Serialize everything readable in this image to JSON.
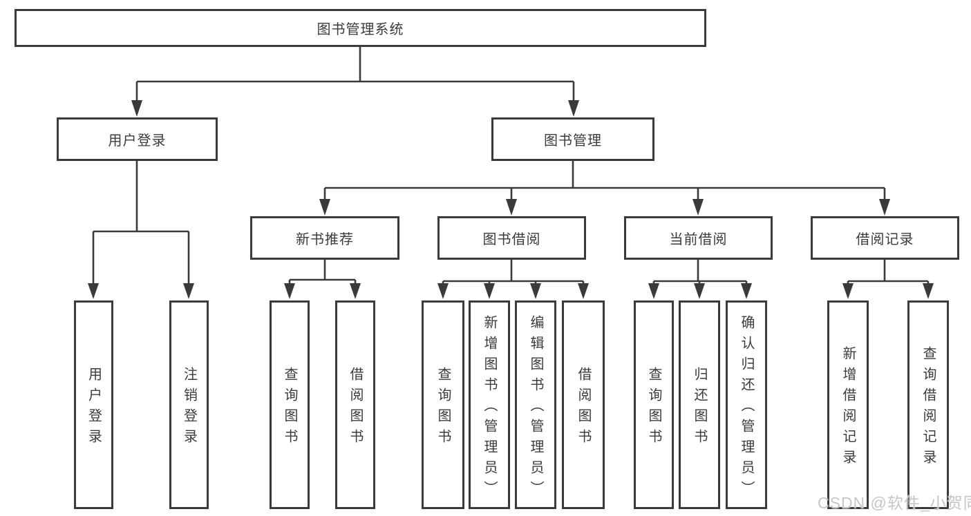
{
  "diagram": {
    "title": "图书管理系统",
    "branches": [
      {
        "label": "用户登录",
        "leaves": [
          "用户登录",
          "注销登录"
        ]
      },
      {
        "label": "图书管理",
        "sections": [
          {
            "label": "新书推荐",
            "leaves": [
              "查询图书",
              "借阅图书"
            ]
          },
          {
            "label": "图书借阅",
            "leaves": [
              "查询图书",
              "新增图书（管理员）",
              "编辑图书（管理员）",
              "借阅图书"
            ]
          },
          {
            "label": "当前借阅",
            "leaves": [
              "查询图书",
              "归还图书",
              "确认归还（管理员）"
            ]
          },
          {
            "label": "借阅记录",
            "leaves": [
              "新增借阅记录",
              "查询借阅记录"
            ]
          }
        ]
      }
    ]
  },
  "watermark": {
    "text": "CSDN @软件_小贺同学"
  },
  "colors": {
    "line": "#3a3a3a",
    "box_border": "#3a3a3a",
    "text": "#3b3b3b",
    "watermark": "#c6c6ca",
    "background": "#ffffff"
  }
}
